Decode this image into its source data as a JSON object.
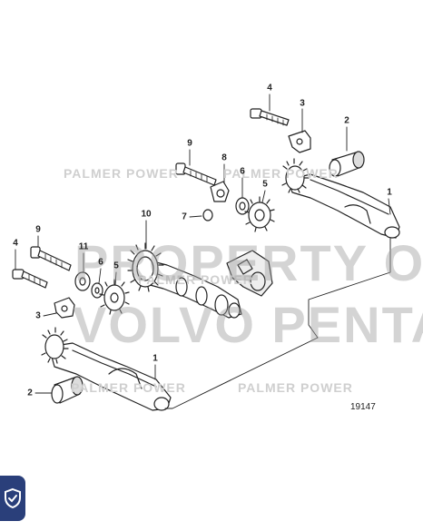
{
  "watermarks": {
    "small": [
      "PALMER POWER",
      "PALMER POWER",
      "PALMER POWER",
      "PALMER POWER",
      "PALMER POWER"
    ],
    "big_line1": "PROPERTY OF",
    "big_line2": "VOLVO PENTA"
  },
  "callouts": {
    "upper_4": "4",
    "upper_3": "3",
    "upper_2": "2",
    "upper_9": "9",
    "upper_8": "8",
    "upper_6": "6",
    "upper_5": "5",
    "upper_1": "1",
    "upper_7": "7",
    "upper_10": "10",
    "lower_9": "9",
    "lower_11": "11",
    "lower_4": "4",
    "lower_6": "6",
    "lower_5": "5",
    "lower_3": "3",
    "lower_1": "1",
    "lower_2": "2"
  },
  "reference_number": "19147",
  "badge_icon": "shield-check-icon",
  "colors": {
    "line": "#222222",
    "watermark": "#cfcfcf",
    "badge": "#2a3f7a"
  }
}
